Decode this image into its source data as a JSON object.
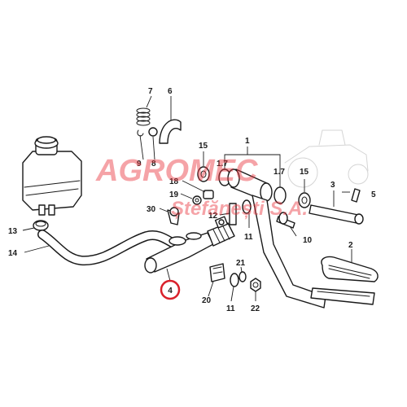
{
  "watermark": {
    "line1": "AGROMEC",
    "line2": "Ștefănești S.A.",
    "color": "#e8323c"
  },
  "highlight": {
    "label": "4",
    "color": "#d9202a"
  },
  "labels": {
    "p1": "1",
    "p1_7a": "1.7",
    "p1_7b": "1.7",
    "p2": "2",
    "p3": "3",
    "p5": "5",
    "p6": "6",
    "p7": "7",
    "p8": "8",
    "p9": "9",
    "p10": "10",
    "p11a": "11",
    "p11b": "11",
    "p12": "12",
    "p13": "13",
    "p14": "14",
    "p15a": "15",
    "p15b": "15",
    "p18": "18",
    "p19": "19",
    "p20": "20",
    "p21": "21",
    "p22": "22",
    "p30": "30"
  }
}
